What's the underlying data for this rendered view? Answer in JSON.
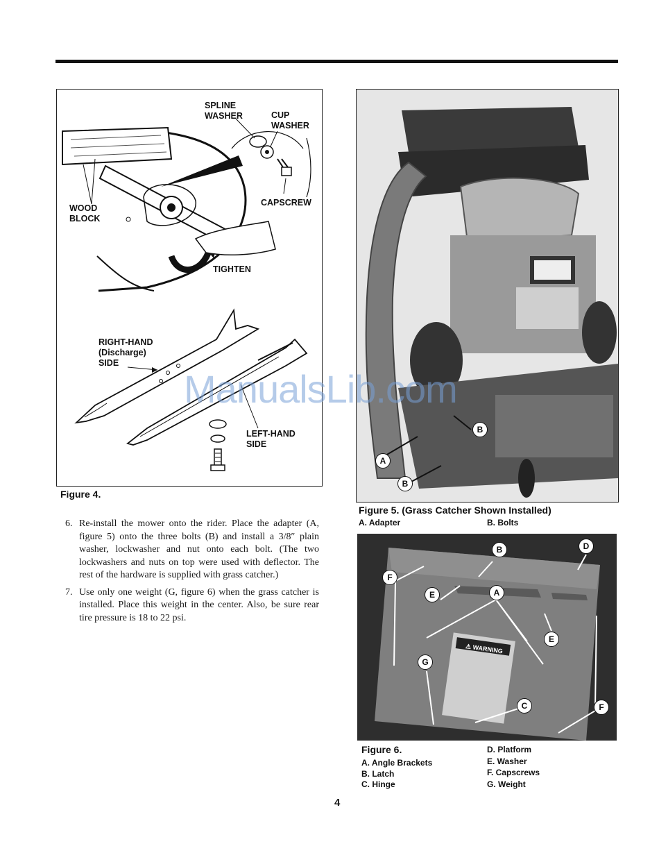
{
  "figure4": {
    "labels": {
      "spline_washer": "SPLINE\nWASHER",
      "cup_washer": "CUP\nWASHER",
      "wood_block": "WOOD\nBLOCK",
      "capscrew": "CAPSCREW",
      "tighten": "TIGHTEN",
      "right_hand": "RIGHT-HAND\n(Discharge)\nSIDE",
      "left_hand": "LEFT-HAND\nSIDE"
    },
    "caption": "Figure 4."
  },
  "figure5": {
    "markers": [
      "A",
      "B",
      "B"
    ],
    "caption": "Figure 5. (Grass Catcher Shown Installed)",
    "legend": [
      "A. Adapter",
      "B. Bolts"
    ]
  },
  "figure6": {
    "markers": [
      "B",
      "D",
      "F",
      "E",
      "A",
      "E",
      "G",
      "C",
      "F"
    ],
    "caption": "Figure 6.",
    "legend_left": [
      "A. Angle Brackets",
      "B. Latch",
      "C. Hinge"
    ],
    "legend_right": [
      "D. Platform",
      "E. Washer",
      "F. Capscrews",
      "G. Weight"
    ],
    "warning_text": "⚠ WARNING"
  },
  "instructions": [
    {
      "num": "6.",
      "text": "Re-install the mower onto the rider. Place the adapter (A, figure 5) onto the three bolts (B) and install a 3/8″ plain washer, lockwasher and nut onto each bolt. (The two lockwashers and nuts on top were used with deflector. The rest of the hardware is supplied with grass catcher.)"
    },
    {
      "num": "7.",
      "text": "Use only one weight (G, figure 6) when the grass catcher is installed. Place this weight in the center. Also, be sure rear tire pressure is 18 to 22 psi."
    }
  ],
  "page_number": "4",
  "watermark": "ManualsLib.com"
}
